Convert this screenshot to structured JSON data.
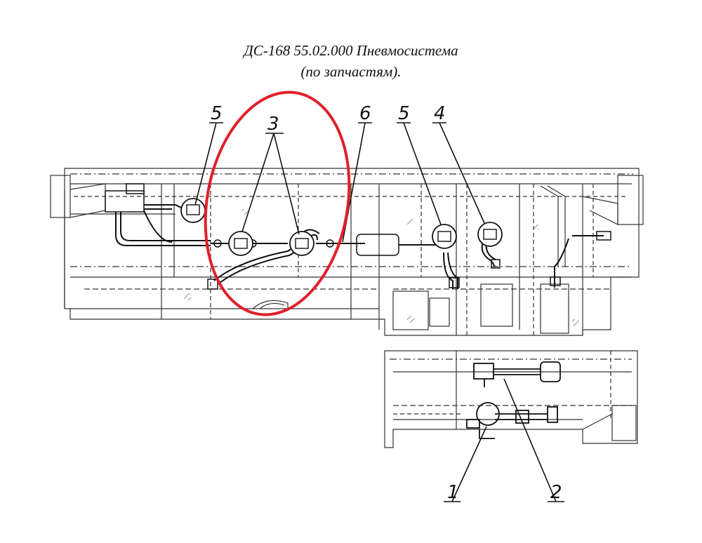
{
  "title": {
    "line1": "ДС-168 55.02.000 Пневмосистема",
    "line2": "(по запчастям)."
  },
  "callouts": {
    "c1": "1",
    "c2": "2",
    "c3": "3",
    "c4": "4",
    "c5a": "5",
    "c5b": "5",
    "c6": "6"
  },
  "highlight_color": "#e0202a"
}
